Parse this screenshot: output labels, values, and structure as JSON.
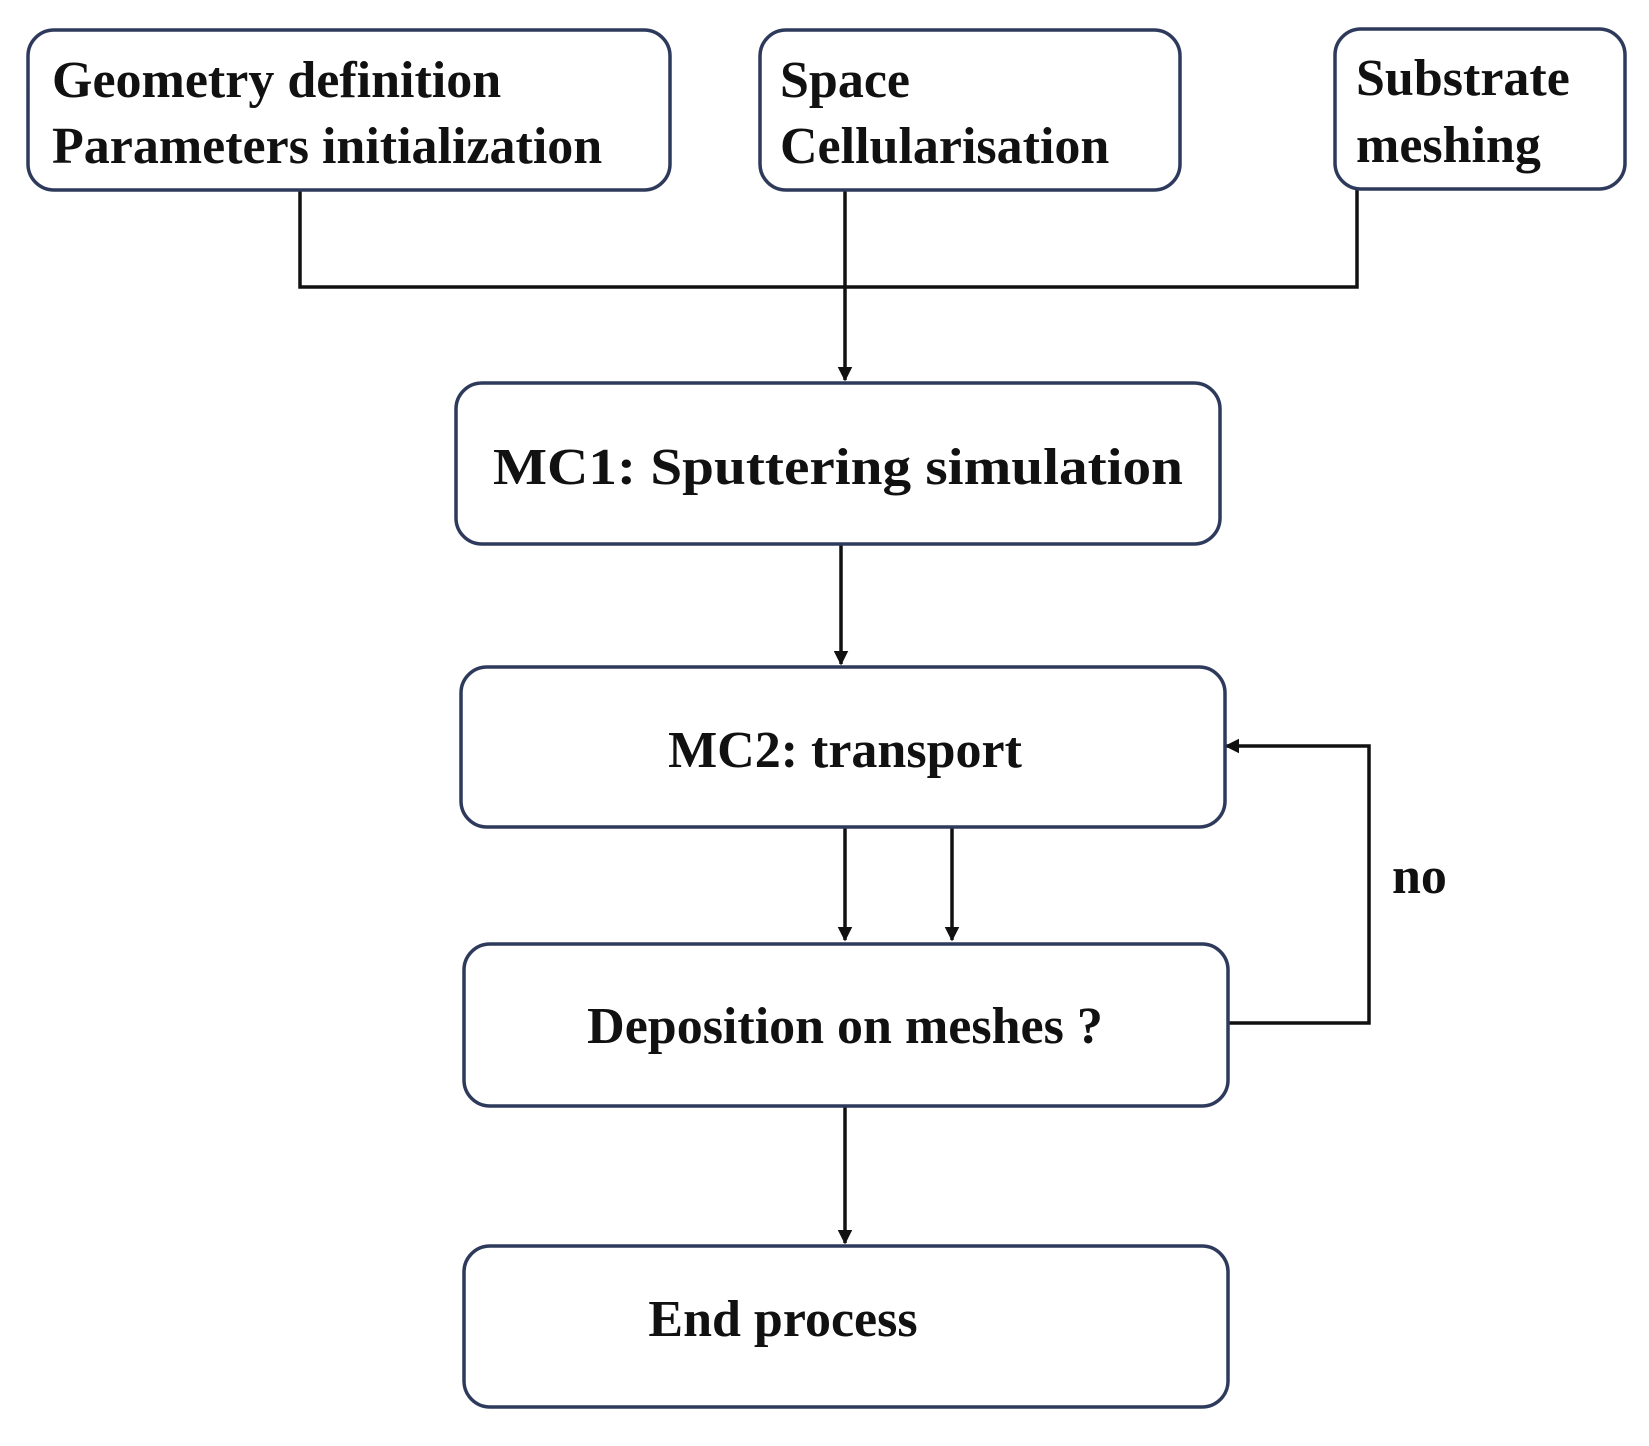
{
  "diagram": {
    "nodes": {
      "geometry": {
        "lines": [
          "Geometry definition",
          "Parameters initialization"
        ]
      },
      "space": {
        "lines": [
          "Space",
          "Cellularisation"
        ]
      },
      "substrate": {
        "lines": [
          "Substrate",
          "meshing"
        ]
      },
      "mc1": {
        "label": "MC1: Sputtering simulation"
      },
      "mc2": {
        "label": "MC2: transport"
      },
      "deposition": {
        "label": "Deposition on meshes ?"
      },
      "end": {
        "label": "End process"
      }
    },
    "edges": [
      {
        "from": "geometry",
        "to": "mc1"
      },
      {
        "from": "space",
        "to": "mc1"
      },
      {
        "from": "substrate",
        "to": "mc1"
      },
      {
        "from": "mc1",
        "to": "mc2"
      },
      {
        "from": "mc2",
        "to": "deposition"
      },
      {
        "from": "mc2",
        "to": "deposition"
      },
      {
        "from": "deposition",
        "to": "mc2",
        "label": "no"
      },
      {
        "from": "deposition",
        "to": "end"
      }
    ],
    "loop_label": "no"
  }
}
